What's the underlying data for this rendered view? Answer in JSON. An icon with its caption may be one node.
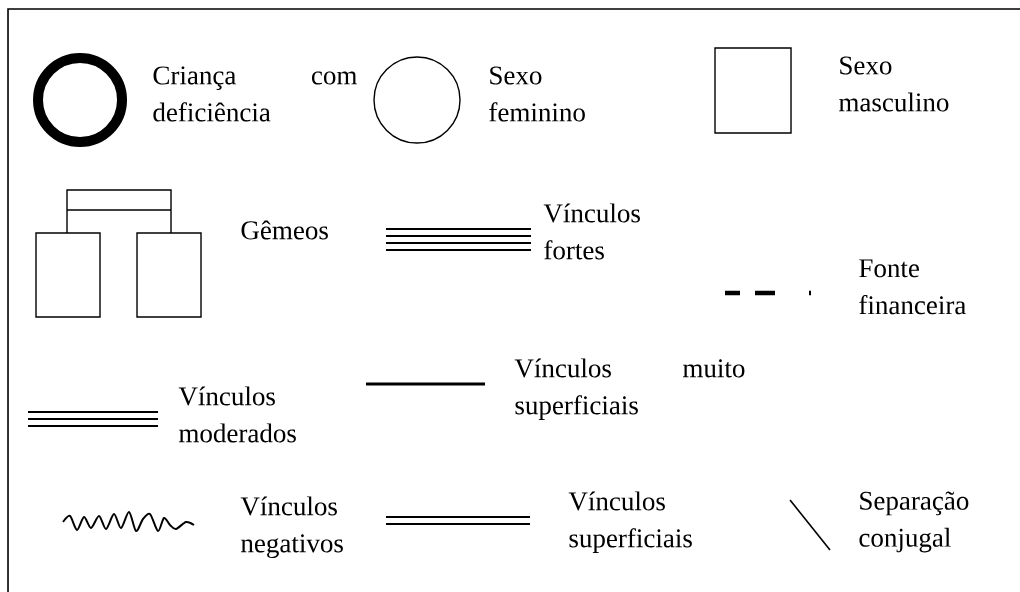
{
  "diagram": {
    "legend": [
      {
        "text": "Criança com deficiência"
      },
      {
        "text": "Sexo feminino"
      },
      {
        "text": "Sexo masculino"
      },
      {
        "text": "Gêmeos"
      },
      {
        "text": "Vínculos fortes"
      },
      {
        "text": "Fonte financeira"
      },
      {
        "text": "Vínculos moderados"
      },
      {
        "text": "Vínculos muito superficiais"
      },
      {
        "text": "Vínculos negativos"
      },
      {
        "text": "Vínculos superficiais"
      },
      {
        "text": "Separação conjugal"
      }
    ]
  }
}
